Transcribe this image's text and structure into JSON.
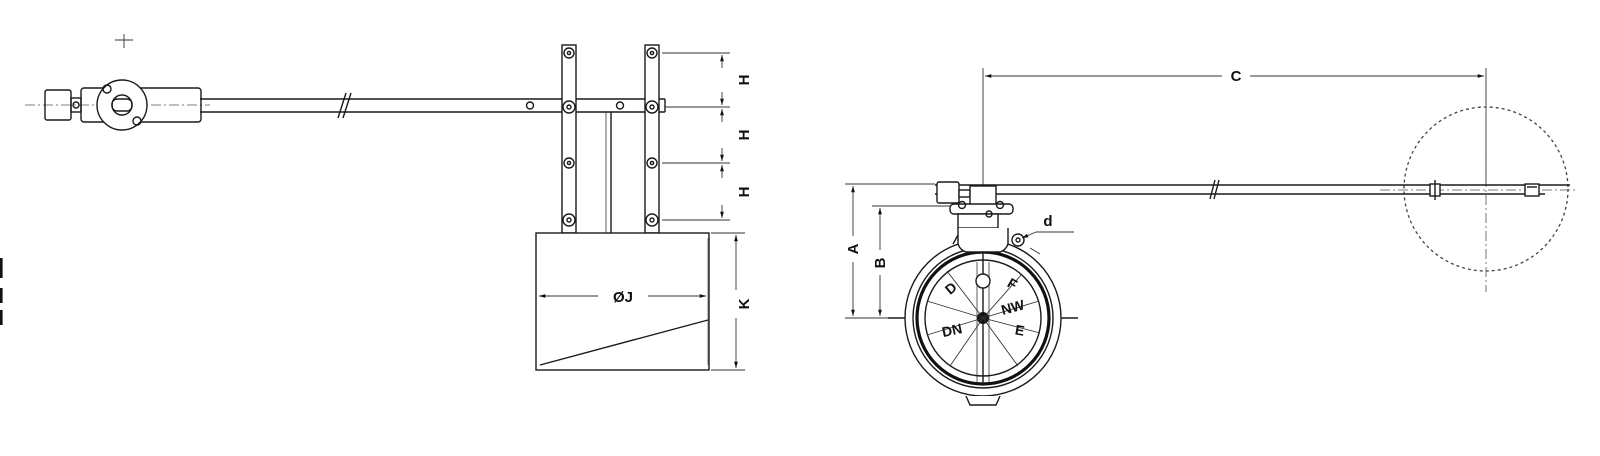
{
  "labels": {
    "H1": "H",
    "H2": "H",
    "H3": "H",
    "J": "ØJ",
    "K": "K",
    "C": "C",
    "A": "A",
    "B": "B",
    "d": "d",
    "D": "D",
    "F": "F",
    "NW": "NW",
    "DN": "DN",
    "E": "E"
  },
  "colors": {
    "ink": "#1a1a1a",
    "paper": "#ffffff"
  }
}
